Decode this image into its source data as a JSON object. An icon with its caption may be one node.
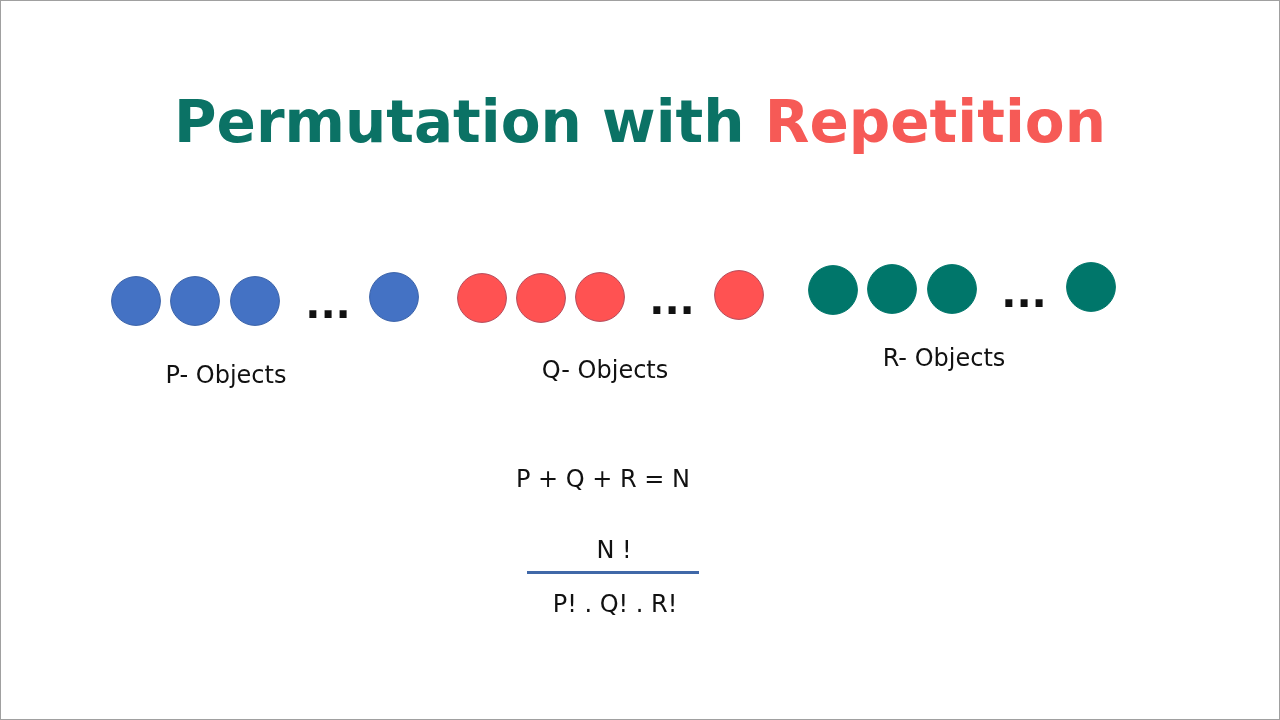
{
  "diagram": {
    "title": "Permutation with Repetition",
    "labels": [
      "...",
      "...",
      "...",
      "P- Objects",
      "Q- Objects",
      "R- Objects",
      "P + Q + R = N",
      "N !",
      "P! . Q! . R!"
    ]
  }
}
